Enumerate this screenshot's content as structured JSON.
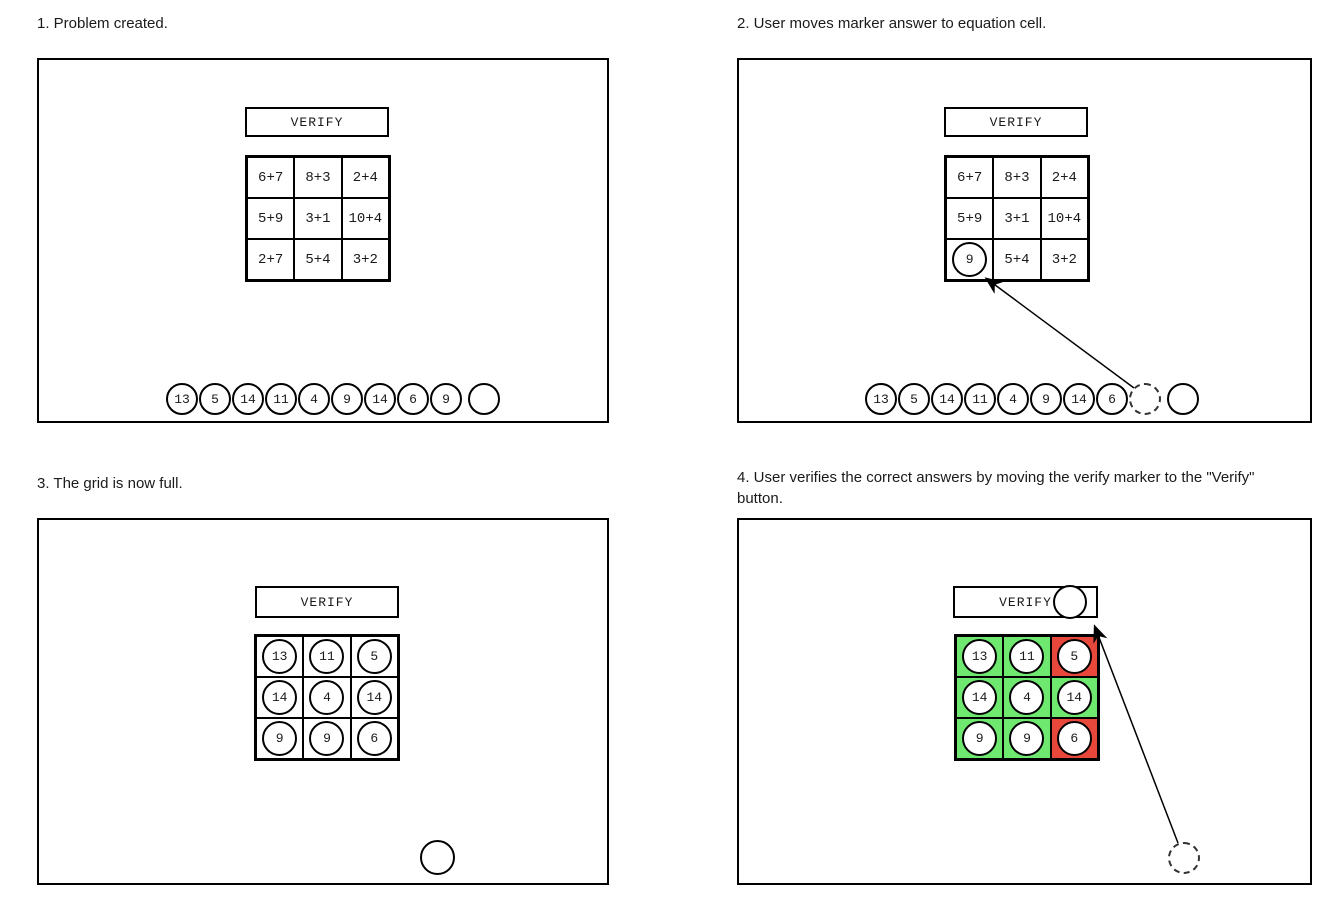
{
  "colors": {
    "correct_green": "#6ee86e",
    "incorrect_red": "#e8473b",
    "stroke": "#000000"
  },
  "panels": [
    {
      "caption": "1. Problem created.",
      "verify_button": {
        "label": "VERIFY",
        "has_marker": false
      },
      "grid": {
        "cells": [
          {
            "kind": "equation",
            "text": "6+7"
          },
          {
            "kind": "equation",
            "text": "8+3"
          },
          {
            "kind": "equation",
            "text": "2+4"
          },
          {
            "kind": "equation",
            "text": "5+9"
          },
          {
            "kind": "equation",
            "text": "3+1"
          },
          {
            "kind": "equation",
            "text": "10+4"
          },
          {
            "kind": "equation",
            "text": "2+7"
          },
          {
            "kind": "equation",
            "text": "5+4"
          },
          {
            "kind": "equation",
            "text": "3+2"
          }
        ]
      },
      "tray": [
        {
          "kind": "marker",
          "value": "13"
        },
        {
          "kind": "marker",
          "value": "5"
        },
        {
          "kind": "marker",
          "value": "14"
        },
        {
          "kind": "marker",
          "value": "11"
        },
        {
          "kind": "marker",
          "value": "4"
        },
        {
          "kind": "marker",
          "value": "9"
        },
        {
          "kind": "marker",
          "value": "14"
        },
        {
          "kind": "marker",
          "value": "6"
        },
        {
          "kind": "marker",
          "value": "9"
        },
        {
          "kind": "empty",
          "value": ""
        }
      ]
    },
    {
      "caption": "2. User moves marker answer to equation cell.",
      "verify_button": {
        "label": "VERIFY",
        "has_marker": false
      },
      "grid": {
        "cells": [
          {
            "kind": "equation",
            "text": "6+7"
          },
          {
            "kind": "equation",
            "text": "8+3"
          },
          {
            "kind": "equation",
            "text": "2+4"
          },
          {
            "kind": "equation",
            "text": "5+9"
          },
          {
            "kind": "equation",
            "text": "3+1"
          },
          {
            "kind": "equation",
            "text": "10+4"
          },
          {
            "kind": "marker",
            "text": "9"
          },
          {
            "kind": "equation",
            "text": "5+4"
          },
          {
            "kind": "equation",
            "text": "3+2"
          }
        ]
      },
      "tray": [
        {
          "kind": "marker",
          "value": "13"
        },
        {
          "kind": "marker",
          "value": "5"
        },
        {
          "kind": "marker",
          "value": "14"
        },
        {
          "kind": "marker",
          "value": "11"
        },
        {
          "kind": "marker",
          "value": "4"
        },
        {
          "kind": "marker",
          "value": "9"
        },
        {
          "kind": "marker",
          "value": "14"
        },
        {
          "kind": "marker",
          "value": "6"
        },
        {
          "kind": "dashed",
          "value": ""
        },
        {
          "kind": "empty",
          "value": ""
        }
      ]
    },
    {
      "caption": "3. The grid is now full.",
      "verify_button": {
        "label": "VERIFY",
        "has_marker": false
      },
      "grid": {
        "cells": [
          {
            "kind": "marker",
            "text": "13"
          },
          {
            "kind": "marker",
            "text": "11"
          },
          {
            "kind": "marker",
            "text": "5"
          },
          {
            "kind": "marker",
            "text": "14"
          },
          {
            "kind": "marker",
            "text": "4"
          },
          {
            "kind": "marker",
            "text": "14"
          },
          {
            "kind": "marker",
            "text": "9"
          },
          {
            "kind": "marker",
            "text": "9"
          },
          {
            "kind": "marker",
            "text": "6"
          }
        ]
      },
      "tray": [],
      "floating_marker": {
        "style": "solid-empty"
      }
    },
    {
      "caption": "4. User verifies the correct answers by moving the verify marker to the \"Verify\" button.",
      "verify_button": {
        "label": "VERIFY",
        "has_marker": true
      },
      "grid": {
        "cells": [
          {
            "kind": "marker",
            "text": "13",
            "status": "correct"
          },
          {
            "kind": "marker",
            "text": "11",
            "status": "correct"
          },
          {
            "kind": "marker",
            "text": "5",
            "status": "incorrect"
          },
          {
            "kind": "marker",
            "text": "14",
            "status": "correct"
          },
          {
            "kind": "marker",
            "text": "4",
            "status": "correct"
          },
          {
            "kind": "marker",
            "text": "14",
            "status": "correct"
          },
          {
            "kind": "marker",
            "text": "9",
            "status": "correct"
          },
          {
            "kind": "marker",
            "text": "9",
            "status": "correct"
          },
          {
            "kind": "marker",
            "text": "6",
            "status": "incorrect"
          }
        ]
      },
      "tray": [],
      "floating_marker": {
        "style": "dashed-empty"
      }
    }
  ]
}
